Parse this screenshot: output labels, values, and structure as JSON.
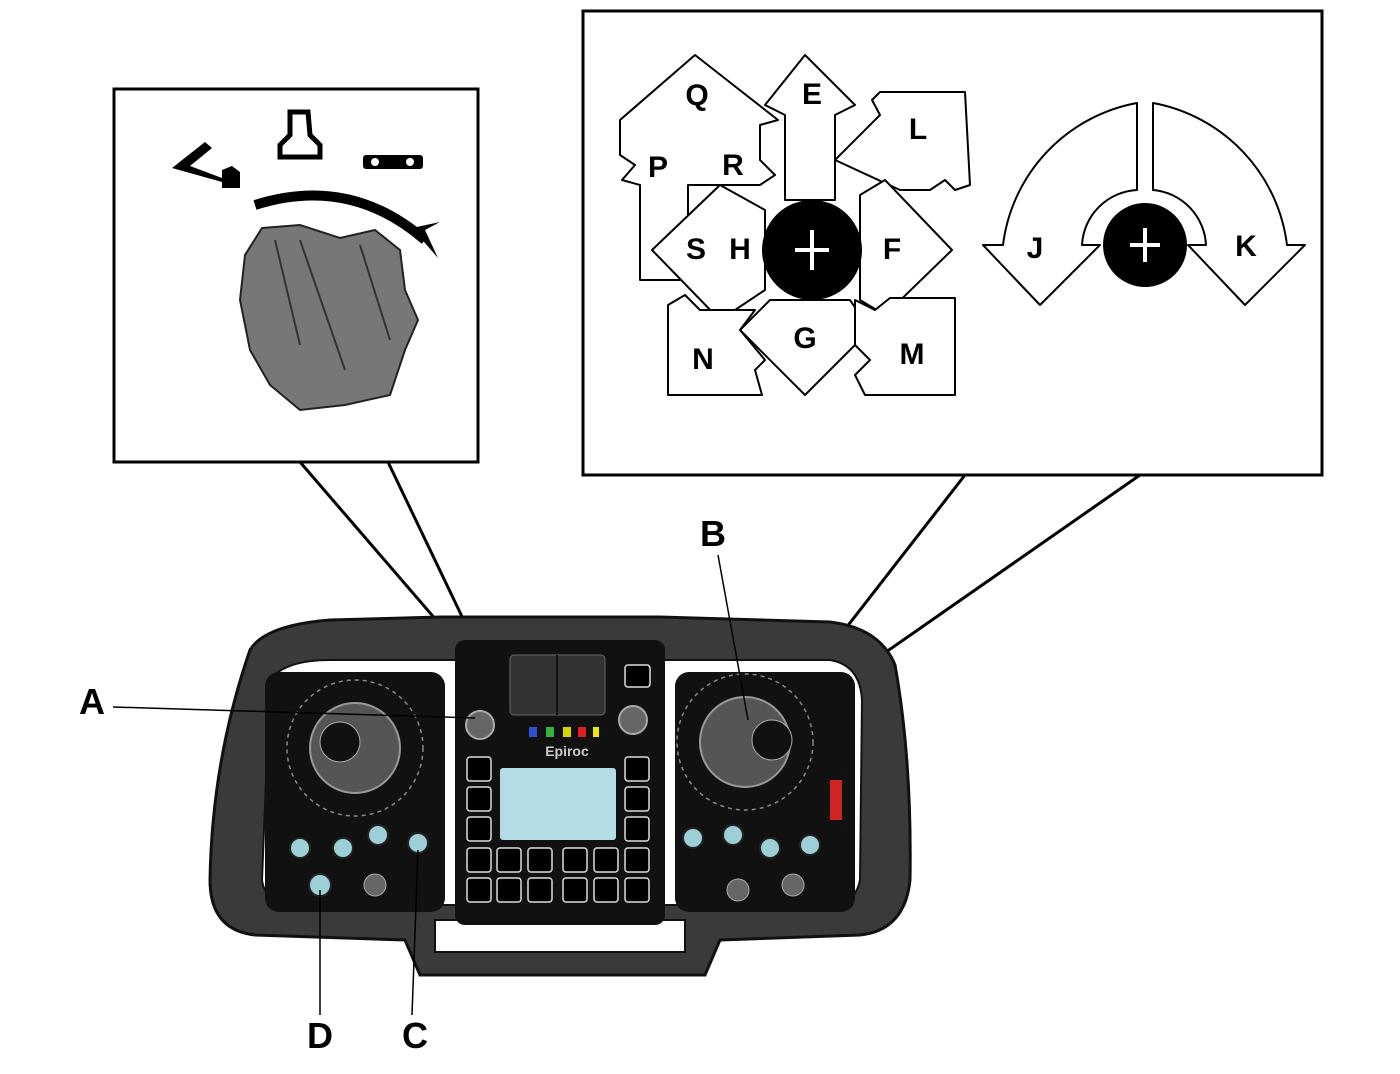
{
  "callout_labels": {
    "a": "A",
    "b": "B",
    "c": "C",
    "d": "D"
  },
  "joystick_directions": {
    "q": "Q",
    "e": "E",
    "l": "L",
    "p": "P",
    "r": "R",
    "s": "S",
    "h": "H",
    "f": "F",
    "g": "G",
    "n": "N",
    "m": "M"
  },
  "rotary_directions": {
    "j": "J",
    "k": "K"
  },
  "panel": {
    "brand": "Epiroc",
    "screen_color": "#b3dce4"
  },
  "status_lights": [
    {
      "name": "wireless",
      "color": "#2a4fd0"
    },
    {
      "name": "ok",
      "color": "#33b13a"
    },
    {
      "name": "warning",
      "color": "#d8d200"
    },
    {
      "name": "alarm",
      "color": "#e02020"
    },
    {
      "name": "battery",
      "color": "#f1e800"
    }
  ]
}
